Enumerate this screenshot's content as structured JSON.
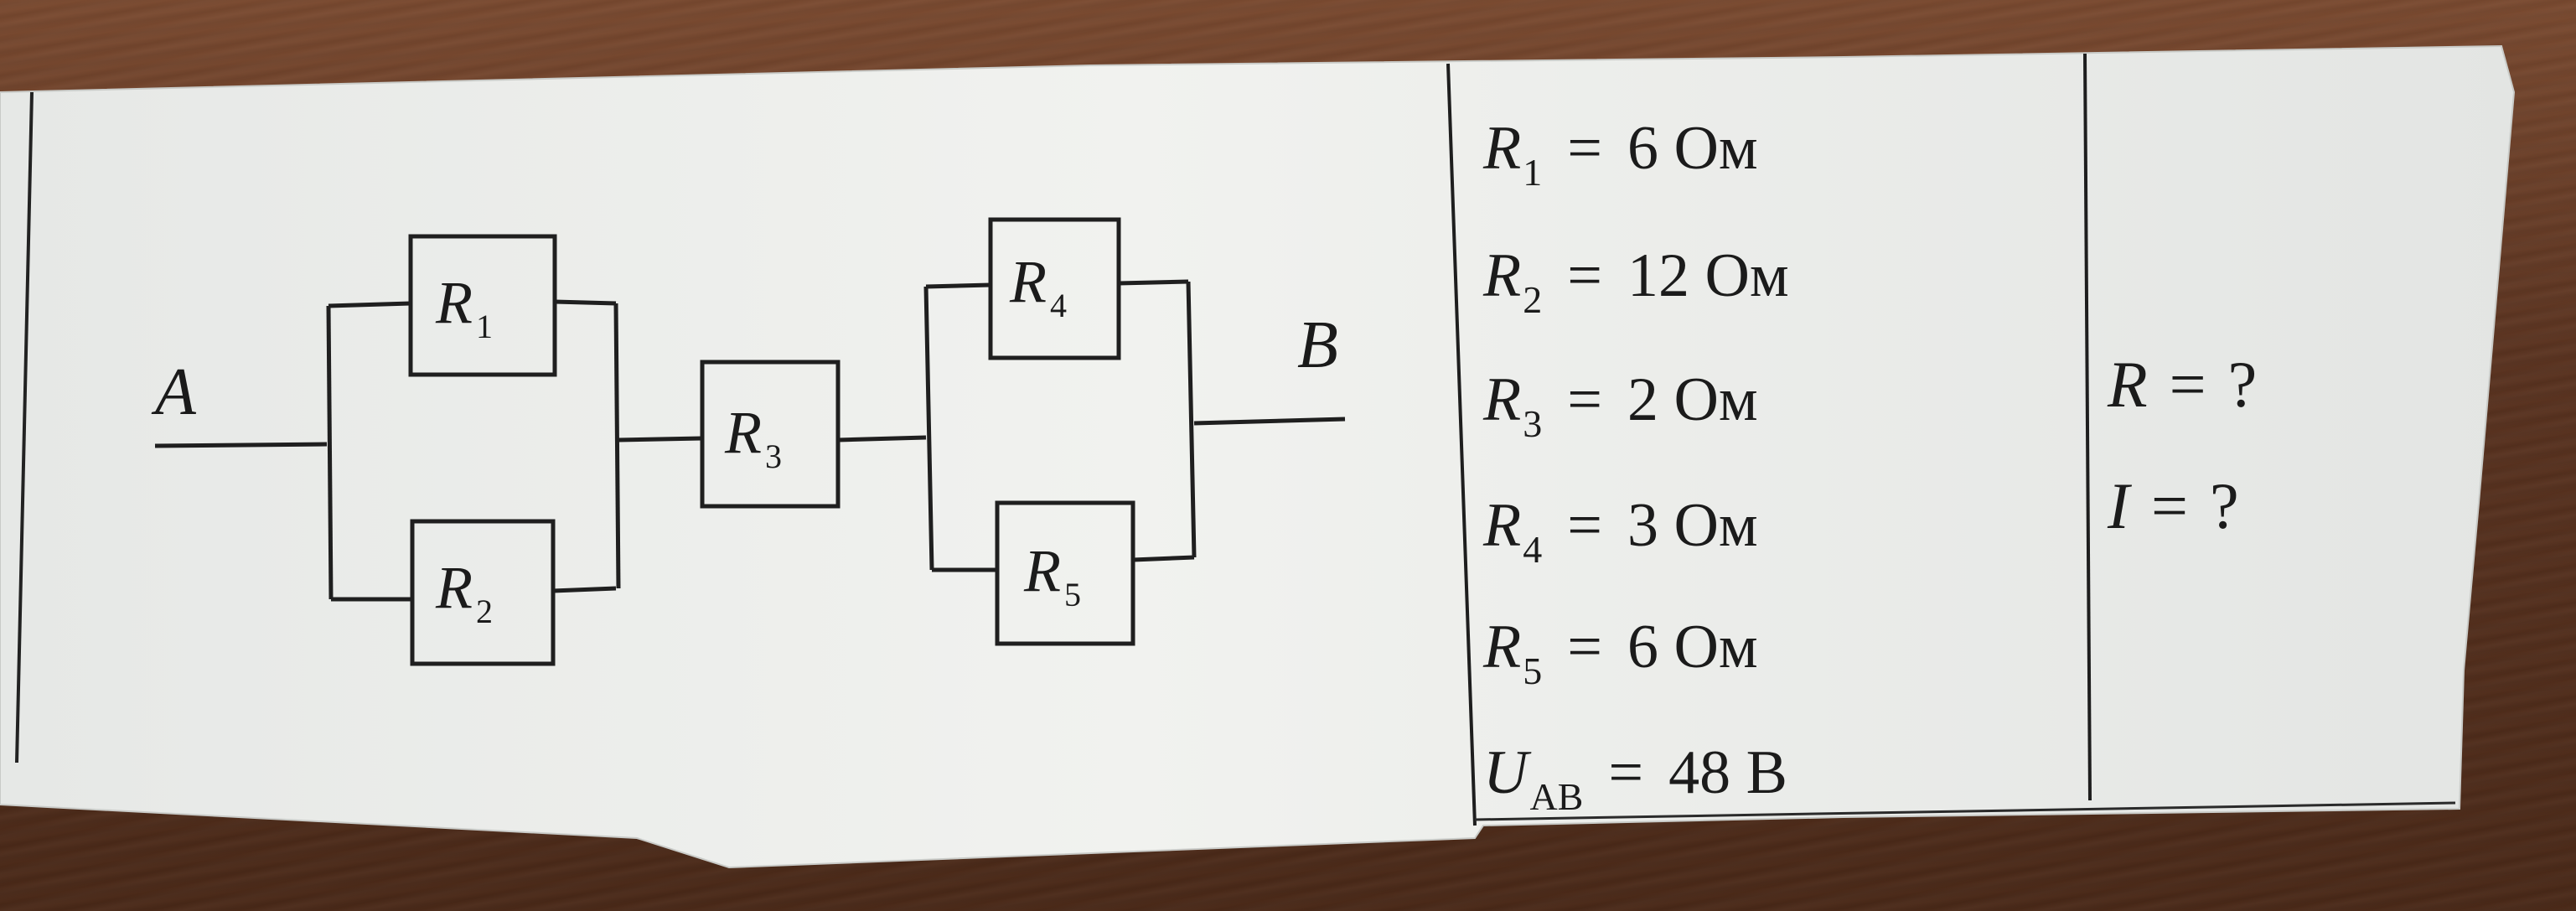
{
  "circuit": {
    "node_a": "A",
    "node_b": "B",
    "resistors": [
      {
        "symbol": "R",
        "index": "1"
      },
      {
        "symbol": "R",
        "index": "2"
      },
      {
        "symbol": "R",
        "index": "3"
      },
      {
        "symbol": "R",
        "index": "4"
      },
      {
        "symbol": "R",
        "index": "5"
      }
    ]
  },
  "given": [
    {
      "symbol": "R",
      "index": "1",
      "eq": "=",
      "value": "6 Ом"
    },
    {
      "symbol": "R",
      "index": "2",
      "eq": "=",
      "value": "12 Ом"
    },
    {
      "symbol": "R",
      "index": "3",
      "eq": "=",
      "value": "2 Ом"
    },
    {
      "symbol": "R",
      "index": "4",
      "eq": "=",
      "value": "3 Ом"
    },
    {
      "symbol": "R",
      "index": "5",
      "eq": "=",
      "value": "6 Ом"
    },
    {
      "symbol": "U",
      "index": "AB",
      "eq": "=",
      "value": "48 В"
    }
  ],
  "unknowns": [
    {
      "symbol": "R",
      "eq": "=",
      "value": "?"
    },
    {
      "symbol": "I",
      "eq": "=",
      "value": "?"
    }
  ],
  "colors": {
    "paper": "#eeefec",
    "ink": "#1b1b1b",
    "wood": "#5a3320"
  }
}
